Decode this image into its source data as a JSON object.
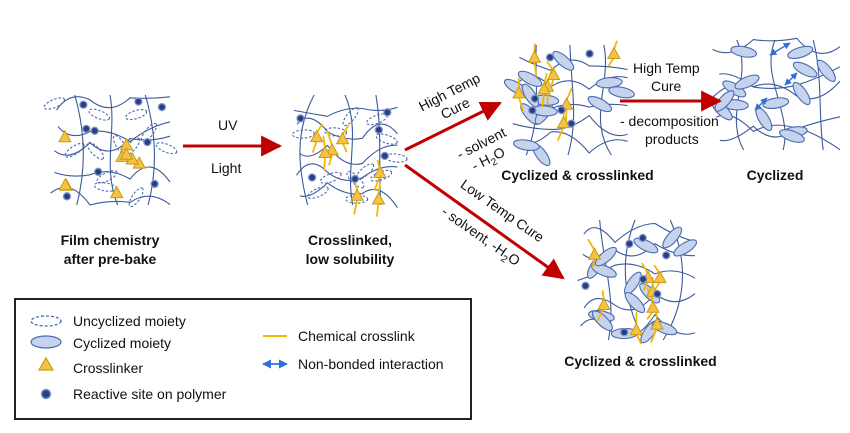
{
  "steps": {
    "film": {
      "line1": "Film chemistry",
      "line2": "after pre-bake"
    },
    "crosslinked": {
      "line1": "Crosslinked,",
      "line2": "low solubility"
    },
    "cyclized_crosslinked_top": "Cyclized & crosslinked",
    "cyclized": "Cyclized",
    "cyclized_crosslinked_bottom": "Cyclized & crosslinked"
  },
  "arrows": {
    "uv": {
      "top": "UV",
      "bottom": "Light"
    },
    "high_temp_cure": {
      "line1": "High Temp",
      "line2": "Cure",
      "line3": "- solvent",
      "line4_prefix": "- H",
      "line4_sub": "2",
      "line4_suffix": "O"
    },
    "high_temp_cure_2": {
      "line1": "High Temp",
      "line2": "Cure",
      "line3": "- decomposition",
      "line4": "products"
    },
    "low_temp_cure": {
      "line1": "Low Temp Cure",
      "line2_prefix": "- solvent, -H",
      "line2_sub": "2",
      "line2_suffix": "O"
    }
  },
  "legend": {
    "uncyclized": "Uncyclized moiety",
    "cyclized": "Cyclized moiety",
    "crosslinker": "Crosslinker",
    "reactive_site": "Reactive site on polymer",
    "chemical_crosslink": "Chemical crosslink",
    "non_bonded": "Non-bonded interaction"
  },
  "colors": {
    "arrow": "#c00000",
    "ellipse_fill": "#c5d3ec",
    "ellipse_stroke": "#4a6bb0",
    "triangle_fill": "#f5c242",
    "triangle_stroke": "#c99a1c",
    "crosslink": "#f5b800",
    "dot_fill": "#2b3f80",
    "chain": "#3b5a9a",
    "interaction": "#2f6fd6"
  }
}
